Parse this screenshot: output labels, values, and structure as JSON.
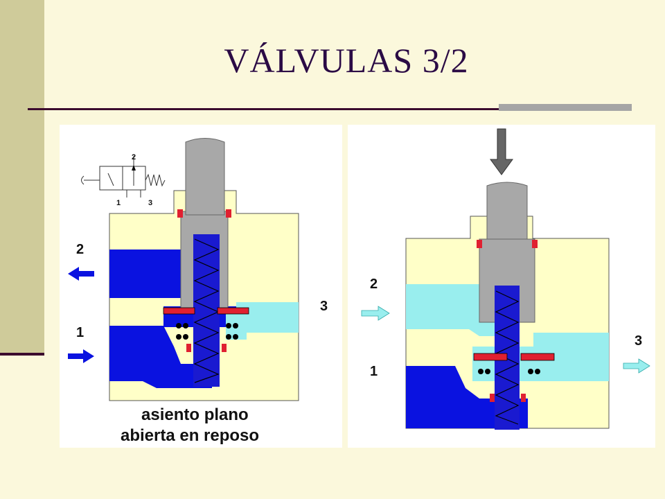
{
  "slide": {
    "title": "VÁLVULAS 3/2"
  },
  "left_diagram": {
    "port_2": "2",
    "port_1": "1",
    "port_3": "3",
    "caption_line1": "asiento plano",
    "caption_line2": "abierta en reposo",
    "symbol_port_2": "2",
    "symbol_port_1": "1",
    "symbol_port_3": "3"
  },
  "right_diagram": {
    "port_2": "2",
    "port_1": "1",
    "port_3": "3"
  },
  "colors": {
    "body": "#FFFFC8",
    "pressure": "#0A12E0",
    "exhaust": "#99EEEE",
    "plunger": "#A8A8A8",
    "seal": "#E02030"
  }
}
